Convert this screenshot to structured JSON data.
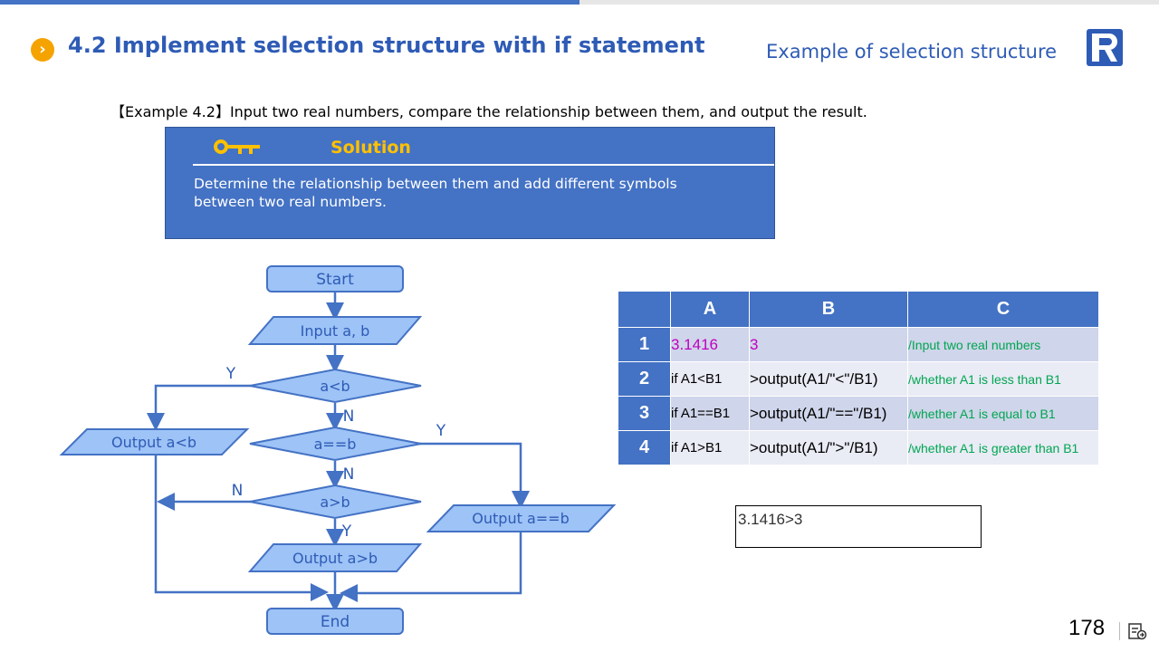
{
  "header": {
    "title": "4.2 Implement selection structure with if statement",
    "subtitle": "Example of selection structure",
    "bullet_glyph": "›",
    "logo_icon": "logo-r-icon",
    "accent_color": "#4472C4",
    "title_color": "#2E5BB5",
    "bullet_color": "#F5A300"
  },
  "example": {
    "text": "【Example 4.2】Input two real numbers, compare the relationship between them, and output the result."
  },
  "solution": {
    "title": "Solution",
    "icon": "key-icon",
    "text": "Determine the relationship between them and add different symbols between two real numbers."
  },
  "flowchart": {
    "start": "Start",
    "input": "Input a, b",
    "cond1": "a<b",
    "cond2": "a==b",
    "cond3": "a>b",
    "out_lt": "Output a<b",
    "out_eq": "Output a==b",
    "out_gt": "Output a>b",
    "end": "End",
    "y": "Y",
    "n": "N"
  },
  "grid": {
    "headers": [
      "",
      "A",
      "B",
      "C"
    ],
    "rows": [
      {
        "num": "1",
        "a": "3.1416",
        "b": "3",
        "c": "/Input two real numbers"
      },
      {
        "num": "2",
        "a": "if A1<B1",
        "b": ">output(A1/\"<\"/B1)",
        "c": "/whether A1 is less than B1"
      },
      {
        "num": "3",
        "a": "if A1==B1",
        "b": ">output(A1/\"==\"/B1)",
        "c": "/whether A1 is equal to B1"
      },
      {
        "num": "4",
        "a": "if A1>B1",
        "b": ">output(A1/\">\"/B1)",
        "c": "/whether A1 is greater than B1"
      }
    ]
  },
  "result": {
    "text": "3.1416>3"
  },
  "footer": {
    "page_number": "178",
    "icon": "slide-nav-icon"
  }
}
